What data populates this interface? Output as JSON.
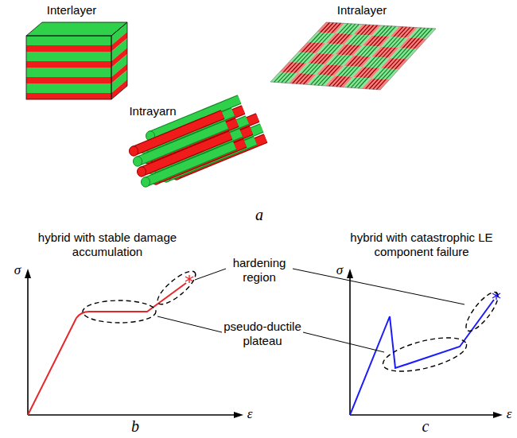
{
  "diagram": {
    "labels": [
      "Interlayer",
      "Intralayer",
      "Intrayarn",
      "a",
      "hybrid with stable damage accumulation",
      "σ",
      "ε",
      "hardening region",
      "pseudo-ductile plateau",
      "hybrid with catastrophic LE component failure",
      "σ",
      "ε",
      "b",
      "c"
    ]
  }
}
